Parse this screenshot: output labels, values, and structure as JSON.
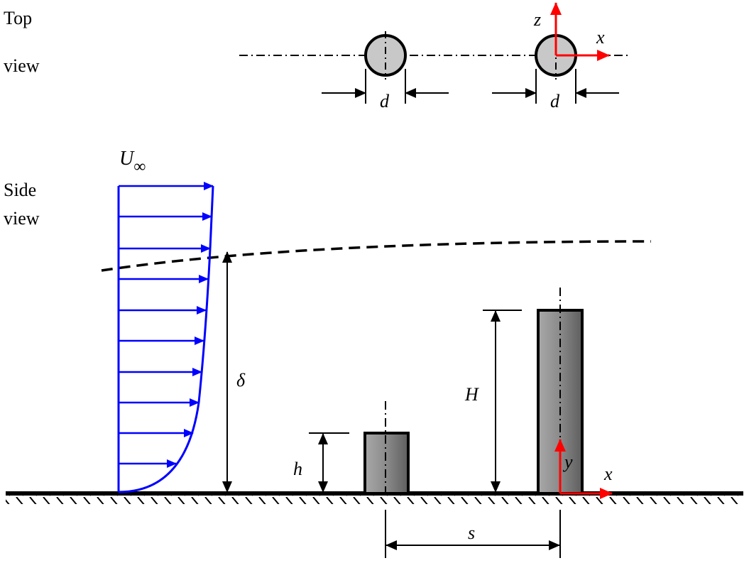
{
  "views": {
    "top_line1": "Top",
    "top_line2": "view",
    "side_line1": "Side",
    "side_line2": "view"
  },
  "symbols": {
    "freestream": "U",
    "infinity": "∞",
    "diameter_small": "d",
    "diameter_tall": "d",
    "bl_thickness": "δ",
    "small_height": "h",
    "tall_height": "H",
    "spacing": "s",
    "top_axis_x": "x",
    "top_axis_z": "z",
    "side_axis_x": "x",
    "side_axis_y": "y"
  },
  "colors": {
    "profile": "#0000ff",
    "axes": "#ff0000",
    "cylinder_top": "#c8c8c8"
  }
}
